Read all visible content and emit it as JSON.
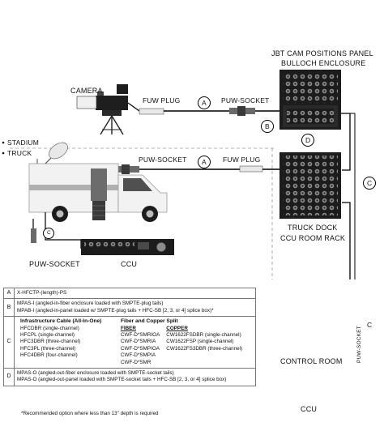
{
  "labels": {
    "panel_title_1": "JBT CAM POSITIONS PANEL",
    "panel_title_2": "BULLOCH ENCLOSURE",
    "camera": "CAMERA",
    "fuw_plug_top": "FUW PLUG",
    "puw_socket_top": "PUW-SOCKET",
    "stadium": "STADIUM",
    "truck": "TRUCK",
    "puw_socket_mid": "PUW-SOCKET",
    "fuw_plug_mid": "FUW PLUG",
    "truck_dock_1": "TRUCK DOCK",
    "truck_dock_2": "CCU ROOM RACK",
    "puw_socket_bottom": "PUW-SOCKET",
    "ccu_truck": "CCU",
    "control_room": "CONTROL ROOM",
    "puw_socket_vertical": "PUW-SOCKET",
    "ccu_bottom": "CCU"
  },
  "markers": {
    "a1": "A",
    "a2": "A",
    "b": "B",
    "c_right": "C",
    "c_truck": "C",
    "c_bottom": "C",
    "d": "D"
  },
  "legend": {
    "a_key": "A",
    "a_text": "X-HFCTP-(length)-PS",
    "b_key": "B",
    "b_line1": "MPAS-I (angled-in-fiber enclosure loaded with SMPTE-plug tails)",
    "b_line2": "MPAB-I (angled-in-panel loaded w/ SMPTE-plug tails + HFC-SB [2, 3, or 4] splice box)*",
    "c_key": "C",
    "c_infra_title": "Infrastructure Cable (All-In-One)",
    "c_infra": [
      "HFCDBR (single-channel)",
      "HFCPL (single-channel)",
      "HFC3DBR (three-channel)",
      "HFC3PL (three-channel)",
      "HFC4DBR (four-channel)"
    ],
    "c_split_title": "Fiber and Copper Split",
    "c_fiber_head": "FIBER",
    "c_copper_head": "COPPER",
    "c_fiber": [
      "CWF-D*SMRIOA",
      "CWF-D*SMRIA",
      "CWF-D*SMPIOA",
      "CWF-D*SMPIA",
      "CWF-D*SMR"
    ],
    "c_copper": [
      "CW1622FSDBR (single-channel)",
      "CW1622FSP (single-channel)",
      "CW1622FS3DBR (three-channel)"
    ],
    "d_key": "D",
    "d_line1": "MPAS-O (angled-out-fiber enclosure loaded with SMPTE-socket tails)",
    "d_line2": "MPAS-O (angled-out-panel loaded with SMPTE-socket tails + HFC-SB [2, 3, or 4] splice box)"
  },
  "footnote": "*Recommended option where less than 13\" depth is required",
  "colors": {
    "line": "#000000",
    "panel": "#1c1c1c",
    "connector": "#6a6a6a",
    "truck_body": "#f2f2f2",
    "dashed": "#9a9a9a"
  }
}
